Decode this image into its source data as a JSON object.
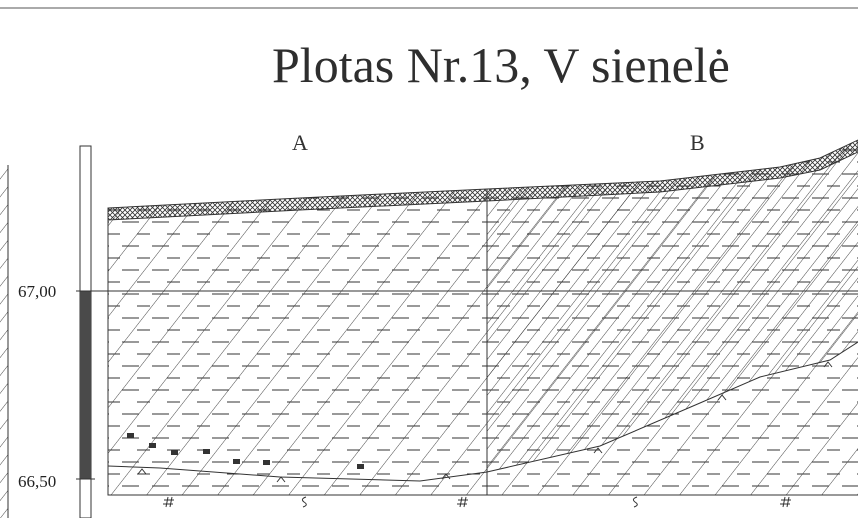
{
  "title": "Plotas Nr.13, V sienelė",
  "columns": [
    "A",
    "B"
  ],
  "elevations": [
    "67,00",
    "66,50"
  ],
  "symbols": {
    "hash": "#",
    "s": "S",
    "caret": "^"
  },
  "colors": {
    "line": "#333333",
    "scale_fill": "#4a4a4a",
    "text": "#2e2e2e"
  }
}
